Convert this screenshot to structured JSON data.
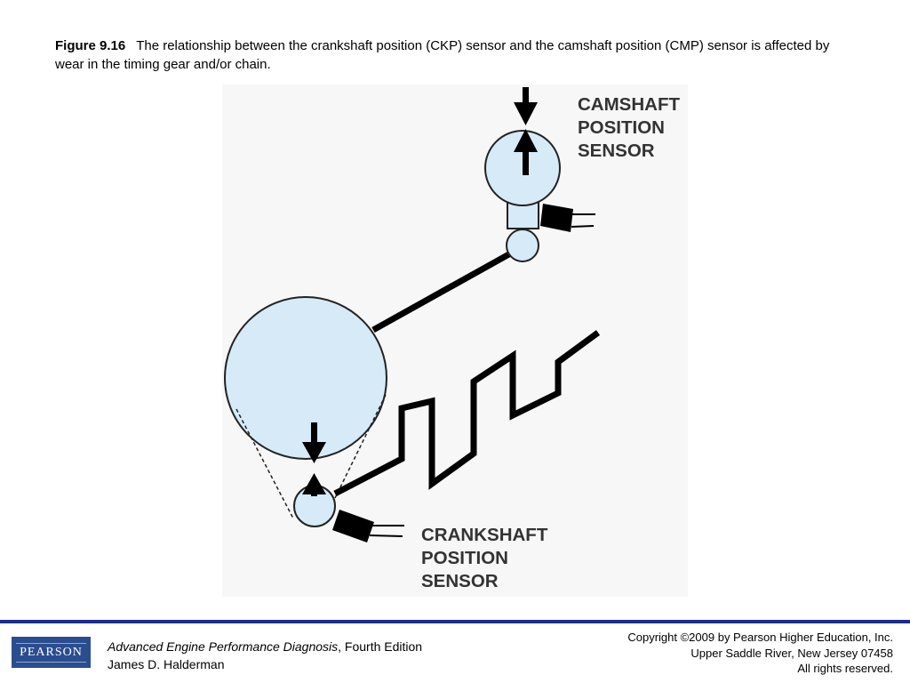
{
  "caption": {
    "figure_label": "Figure 9.16",
    "text": "The relationship between the crankshaft position (CKP) sensor and the camshaft position (CMP) sensor is affected by wear in the timing gear and/or chain."
  },
  "diagram": {
    "cam_label": [
      "CAMSHAFT",
      "POSITION",
      "SENSOR"
    ],
    "crank_label": [
      "CRANKSHAFT",
      "POSITION",
      "SENSOR"
    ],
    "colors": {
      "gear_fill": "#d6eaf8",
      "outline": "#222222",
      "background": "#f7f7f7"
    }
  },
  "footer": {
    "logo_text": "PEARSON",
    "book_title": "Advanced Engine Performance Diagnosis",
    "book_edition": ", Fourth Edition",
    "author": "James D. Halderman",
    "copyright_lines": [
      "Copyright ©2009 by Pearson Higher Education, Inc.",
      "Upper Saddle River, New Jersey 07458",
      "All rights reserved."
    ]
  }
}
